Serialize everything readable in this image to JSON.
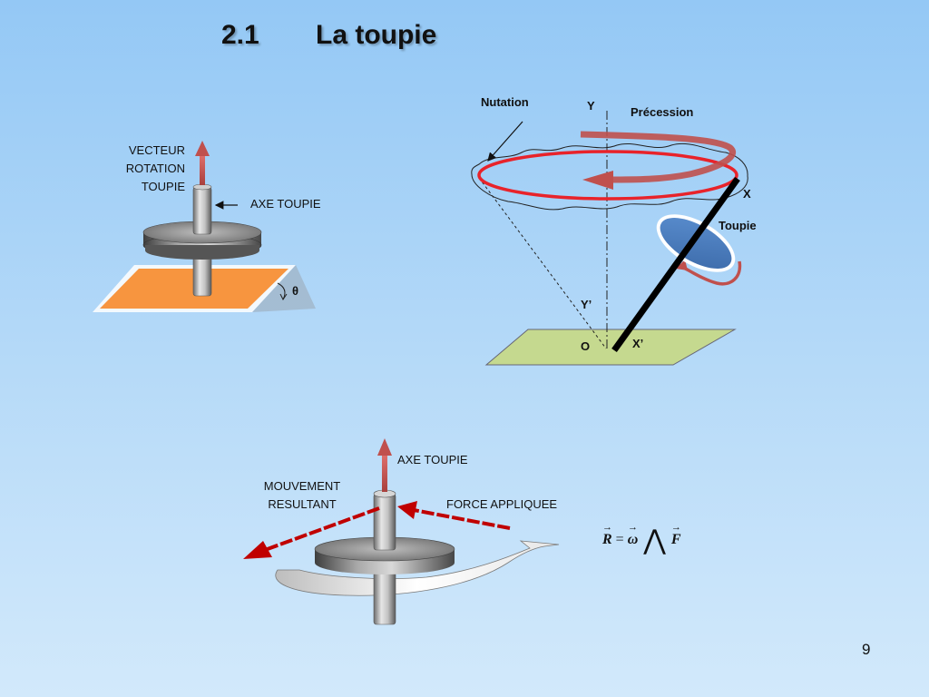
{
  "slide": {
    "title_number": "2.1",
    "title_text": "La toupie",
    "page_number": "9"
  },
  "left_figure": {
    "vector_label_lines": [
      "VECTEUR",
      "ROTATION",
      "TOUPIE"
    ],
    "axis_label": "AXE  TOUPIE",
    "angle_label": "θ"
  },
  "right_figure": {
    "nutation_label": "Nutation",
    "y_label": "Y",
    "precession_label": "Précession",
    "x_label": "X",
    "toupie_label": "Toupie",
    "y_prime_label": "Y’",
    "origin_label": "O",
    "x_prime_label": "X’"
  },
  "bottom_figure": {
    "axis_label": "AXE TOUPIE",
    "movement_label_lines": [
      "MOUVEMENT",
      "RESULTANT"
    ],
    "force_label": "FORCE  APPLIQUEE",
    "formula": {
      "r": "R",
      "equals": "=",
      "omega": "ω",
      "cross": "⋀",
      "f": "F"
    }
  },
  "colors": {
    "plane_orange": "#f7953f",
    "plane_green": "#c5d98f",
    "red_arrow": "#c0504d",
    "red_circle": "#e8232a",
    "disk_blue": "#4a7ebb",
    "force_red": "#c00000"
  }
}
